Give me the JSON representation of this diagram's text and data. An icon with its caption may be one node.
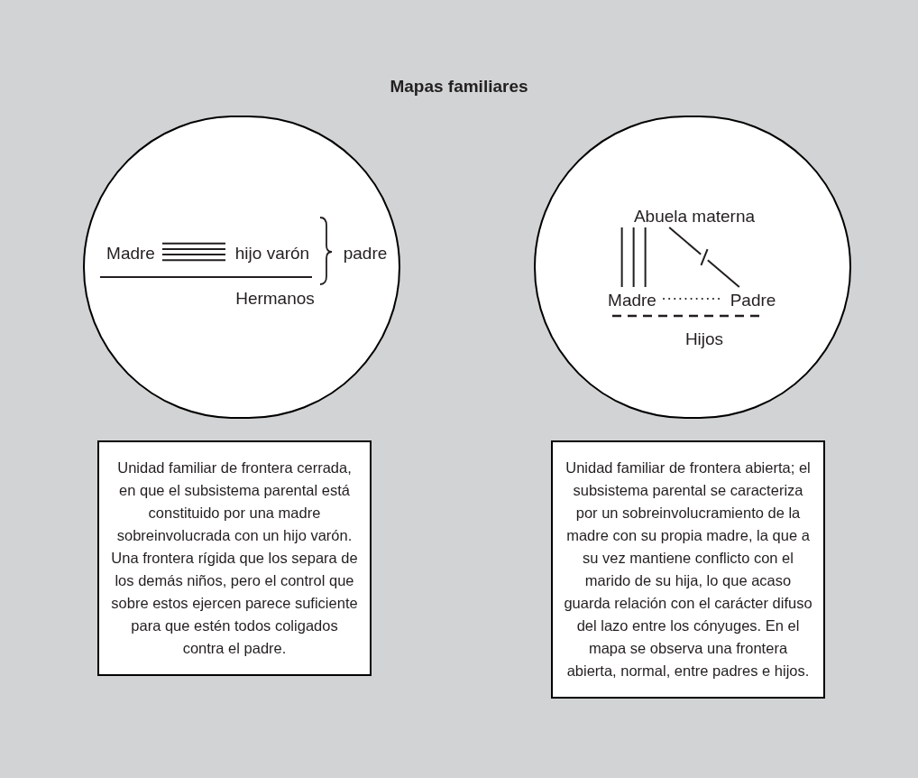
{
  "diagram": {
    "title": "Mapas familiares",
    "nodes": [
      {
        "text": [],
        "shape": "circle"
      },
      {
        "text": [
          "Madre"
        ],
        "in": 0
      },
      {
        "text": [
          "hijo varón"
        ],
        "in": 0
      },
      {
        "text": [
          "padre"
        ],
        "in": 0
      },
      {
        "text": [
          "Hermanos"
        ],
        "in": 0
      },
      {
        "text": [],
        "shape": "circle"
      },
      {
        "text": [
          "Abuela materna"
        ],
        "in": 5
      },
      {
        "text": [
          "Madre"
        ],
        "in": 5
      },
      {
        "text": [
          "Padre"
        ],
        "in": 5
      },
      {
        "text": [
          "Hijos"
        ],
        "in": 5
      },
      {
        "text": [
          "Unidad familiar de frontera cerrada, en que el subsistema parental está constituido por una madre sobreinvolucrada con un hijo varón. Una frontera rígida que los separa de los demás niños, pero el control que sobre estos ejercen parece suficiente para que estén todos coligados contra el padre."
        ]
      },
      {
        "text": [
          "Unidad familiar de frontera abierta; el subsistema parental se caracteriza por un sobreinvolucramiento de la madre con su propia madre, la que a su vez mantiene conflicto con el marido de su hija, lo que acaso guarda relación con el carácter difuso del lazo entre los cónyuges. En el mapa se observa una frontera abierta, normal, entre padres e hijos."
        ]
      }
    ],
    "edges": [
      {
        "from": 1,
        "to": 2,
        "arrow": "none"
      },
      {
        "from": 6,
        "to": 7,
        "arrow": "none"
      },
      {
        "from": 6,
        "to": 8,
        "arrow": "none"
      },
      {
        "from": 7,
        "to": 8,
        "arrow": "none",
        "style": "dashed"
      }
    ]
  }
}
